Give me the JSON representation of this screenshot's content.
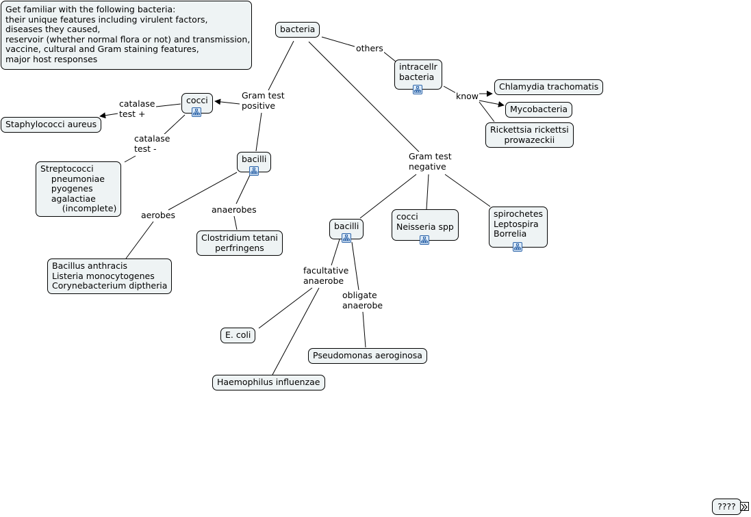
{
  "note": "Get familiar with the following bacteria:\ntheir unique features including virulent factors,\ndiseases they caused,\nreservoir (whether normal flora or not) and transmission,\nvaccine, cultural and Gram staining features,\nmajor host responses",
  "nodes": {
    "bacteria": "bacteria",
    "cocci_pos": "cocci",
    "staph": "Staphylococci aureus",
    "strep": "Streptococci\n    pneumoniae\n    pyogenes\n    agalactiae\n        (incomplete)",
    "bacilli_pos": "bacilli",
    "bacillus_group": "Bacillus anthracis\nListeria monocytogenes\nCorynebacterium diptheria",
    "clostridium": "Clostridium tetani\nperfringens",
    "intracellular": "intracellr\nbacteria",
    "chlamydia": "Chlamydia trachomatis",
    "myco": "Mycobacteria",
    "rickettsia": "Rickettsia rickettsi\nprowazeckii",
    "bacilli_neg": "bacilli",
    "cocci_neg": "cocci\nNeisseria spp",
    "spirochetes": "spirochetes\nLeptospira\nBorrelia",
    "ecoli": "E. coli",
    "haemophilus": "Haemophilus influenzae",
    "pseudomonas": "Pseudomonas aeroginosa"
  },
  "links": {
    "others": "others",
    "gram_pos": "Gram test\npositive",
    "gram_neg": "Gram test\nnegative",
    "cat_pos": "catalase\ntest +",
    "cat_neg": "catalase\ntest -",
    "aerobes": "aerobes",
    "anaerobes": "anaerobes",
    "know": "know",
    "facultative": "facultative\nanaerobe",
    "obligate": "obligate\nanaerobe"
  },
  "nav": {
    "label": "????"
  },
  "icons": {
    "submap": "submap-icon"
  }
}
